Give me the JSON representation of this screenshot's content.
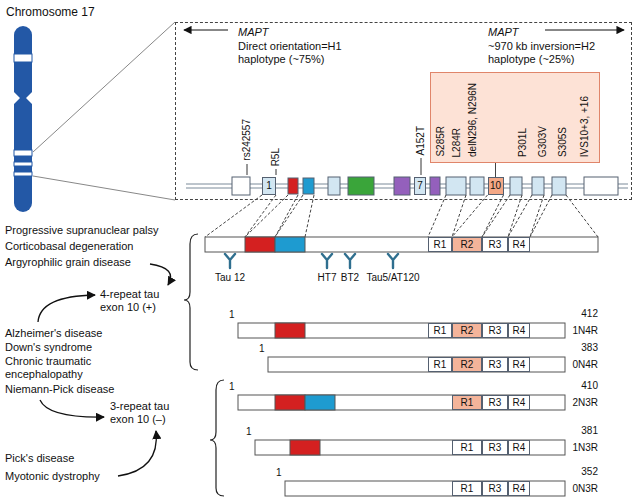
{
  "diagram": {
    "nodes": [
      {
        "text": [
          "MAPT",
          "Direct orientation=H1 haplotype (~75%)",
          "MAPT",
          "~970 kb inversion=H2 haplotype (~25%)"
        ]
      },
      {
        "text": [
          "S285R",
          "L284R",
          "delN296, N296N",
          "P301L",
          "G303V",
          "S305S",
          "IVS10+3, +16"
        ],
        "in": 0
      },
      {
        "text": [
          "1"
        ],
        "in": 0
      },
      {
        "text": [
          "7"
        ],
        "in": 0
      },
      {
        "text": [
          "10"
        ],
        "in": 0
      },
      {
        "text": [
          "R1"
        ]
      },
      {
        "text": [
          "R2"
        ]
      },
      {
        "text": [
          "R3"
        ]
      },
      {
        "text": [
          "R4"
        ]
      },
      {
        "text": [
          "R1"
        ]
      },
      {
        "text": [
          "R2"
        ]
      },
      {
        "text": [
          "R3"
        ]
      },
      {
        "text": [
          "R4"
        ]
      },
      {
        "text": [
          "R1"
        ]
      },
      {
        "text": [
          "R2"
        ]
      },
      {
        "text": [
          "R3"
        ]
      },
      {
        "text": [
          "R4"
        ]
      },
      {
        "text": [
          "R1"
        ]
      },
      {
        "text": [
          "R3"
        ]
      },
      {
        "text": [
          "R4"
        ]
      },
      {
        "text": [
          "R1"
        ]
      },
      {
        "text": [
          "R3"
        ]
      },
      {
        "text": [
          "R4"
        ]
      },
      {
        "text": [
          "R1"
        ]
      },
      {
        "text": [
          "R3"
        ]
      },
      {
        "text": [
          "R4"
        ]
      }
    ],
    "edges": [
      {
        "from": 1,
        "to": 4,
        "arrow": "none"
      },
      {
        "from": 4,
        "to": 6,
        "arrow": "none"
      },
      {
        "from": 4,
        "to": 6,
        "arrow": "none"
      }
    ],
    "labels": [
      "Chromosome 17",
      "rs242557",
      "R5L",
      "A152T",
      "Tau 12",
      "HT7",
      "BT2",
      "Tau5/AT120",
      "Progressive supranuclear palsy",
      "Corticobasal degeneration",
      "Argyrophilic grain disease",
      "4-repeat tau exon 10 (+)",
      "Alzheimer's disease",
      "Down's syndrome",
      "Chronic traumatic encephalopathy",
      "Niemann-Pick disease",
      "3-repeat tau exon 10 (–)",
      "Pick's disease",
      "Myotonic dystrophy",
      "412",
      "1",
      "1N4R",
      "383",
      "1",
      "0N4R",
      "410",
      "1",
      "2N3R",
      "381",
      "1",
      "1N3R",
      "352",
      "1",
      "0N3R"
    ]
  }
}
